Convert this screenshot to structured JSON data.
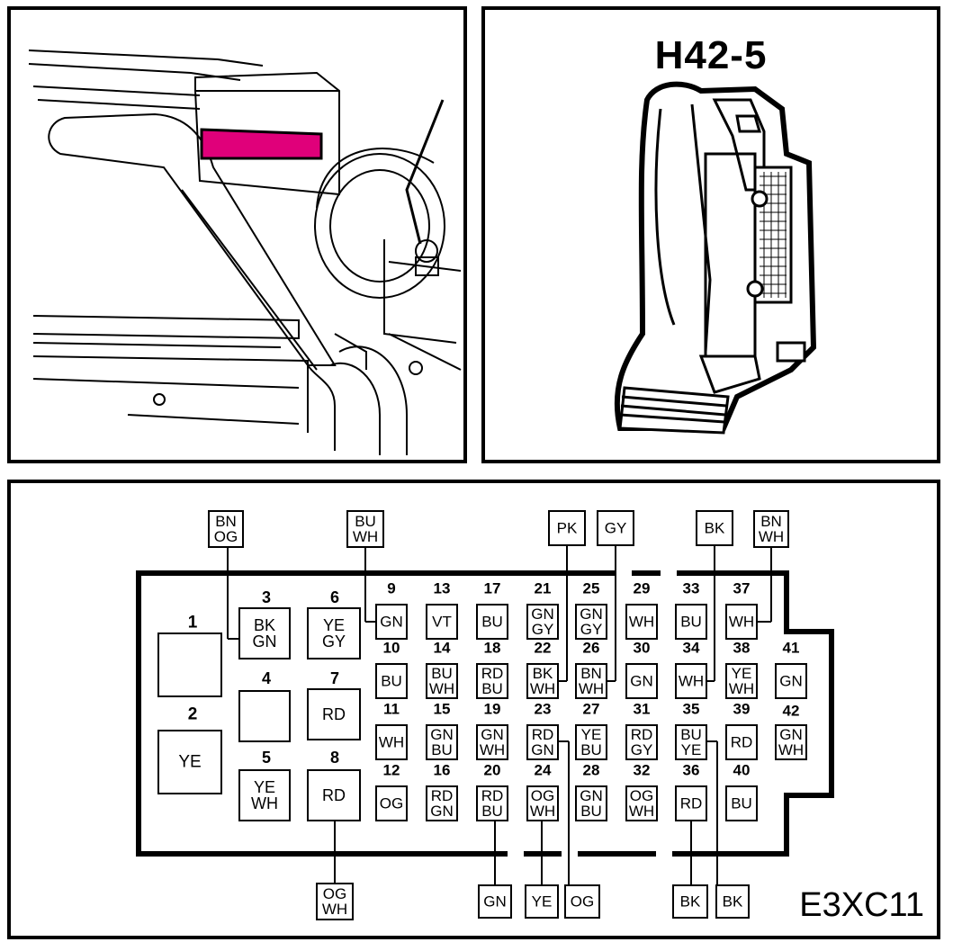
{
  "connector": {
    "name": "H42-5"
  },
  "figure_code": "E3XC11",
  "colors": {
    "highlight": "#e0007a",
    "line": "#000000",
    "background": "#ffffff"
  },
  "pins": [
    {
      "num": "1",
      "color": ""
    },
    {
      "num": "2",
      "color": "YE"
    },
    {
      "num": "3",
      "color": "BK\nGN"
    },
    {
      "num": "4",
      "color": ""
    },
    {
      "num": "5",
      "color": "YE\nWH"
    },
    {
      "num": "6",
      "color": "YE\nGY"
    },
    {
      "num": "7",
      "color": "RD"
    },
    {
      "num": "8",
      "color": "RD"
    },
    {
      "num": "9",
      "color": "GN"
    },
    {
      "num": "10",
      "color": "BU"
    },
    {
      "num": "11",
      "color": "WH"
    },
    {
      "num": "12",
      "color": "OG"
    },
    {
      "num": "13",
      "color": "VT"
    },
    {
      "num": "14",
      "color": "BU\nWH"
    },
    {
      "num": "15",
      "color": "GN\nBU"
    },
    {
      "num": "16",
      "color": "RD\nGN"
    },
    {
      "num": "17",
      "color": "BU"
    },
    {
      "num": "18",
      "color": "RD\nBU"
    },
    {
      "num": "19",
      "color": "GN\nWH"
    },
    {
      "num": "20",
      "color": "RD\nBU"
    },
    {
      "num": "21",
      "color": "GN\nGY"
    },
    {
      "num": "22",
      "color": "BK\nWH"
    },
    {
      "num": "23",
      "color": "RD\nGN"
    },
    {
      "num": "24",
      "color": "OG\nWH"
    },
    {
      "num": "25",
      "color": "GN\nGY"
    },
    {
      "num": "26",
      "color": "BN\nWH"
    },
    {
      "num": "27",
      "color": "YE\nBU"
    },
    {
      "num": "28",
      "color": "GN\nBU"
    },
    {
      "num": "29",
      "color": "WH"
    },
    {
      "num": "30",
      "color": "GN"
    },
    {
      "num": "31",
      "color": "RD\nGY"
    },
    {
      "num": "32",
      "color": "OG\nWH"
    },
    {
      "num": "33",
      "color": "BU"
    },
    {
      "num": "34",
      "color": "WH"
    },
    {
      "num": "35",
      "color": "BU\nYE"
    },
    {
      "num": "36",
      "color": "RD"
    },
    {
      "num": "37",
      "color": "WH"
    },
    {
      "num": "38",
      "color": "YE\nWH"
    },
    {
      "num": "39",
      "color": "RD"
    },
    {
      "num": "40",
      "color": "BU"
    },
    {
      "num": "41",
      "color": "GN"
    },
    {
      "num": "42",
      "color": "GN\nWH"
    }
  ],
  "wires_top": [
    {
      "color": "BN\nOG",
      "pin": "3"
    },
    {
      "color": "BU\nWH",
      "pin": "9"
    },
    {
      "color": "PK",
      "pin": "22"
    },
    {
      "color": "GY",
      "pin": "26"
    },
    {
      "color": "BK",
      "pin": "34"
    },
    {
      "color": "BN\nWH",
      "pin": "37"
    }
  ],
  "wires_bottom": [
    {
      "color": "OG\nWH",
      "pin": "8"
    },
    {
      "color": "GN",
      "pin": "20"
    },
    {
      "color": "YE",
      "pin": "24"
    },
    {
      "color": "OG",
      "pin": "23"
    },
    {
      "color": "BK",
      "pin": "36"
    },
    {
      "color": "BK",
      "pin": "35"
    }
  ]
}
